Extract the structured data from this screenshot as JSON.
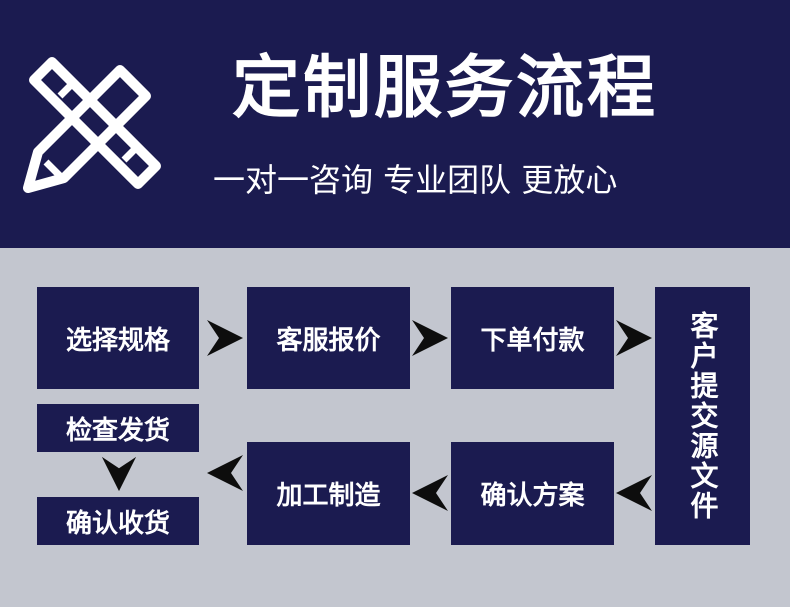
{
  "header": {
    "title": "定制服务流程",
    "subtitle": "一对一咨询 专业团队 更放心",
    "logo_icon": "pencil-ruler-icon"
  },
  "steps": {
    "select_spec": "选择规格",
    "customer_quote": "客服报价",
    "order_pay": "下单付款",
    "submit_files": "客户提交源文件",
    "confirm_plan": "确认方案",
    "manufacture": "加工制造",
    "inspect_ship": "检查发货",
    "confirm_receipt": "确认收货"
  },
  "colors": {
    "navy": "#1b1b50",
    "background": "#c3c6cf",
    "arrow": "#0d0d0d",
    "text": "#ffffff"
  }
}
